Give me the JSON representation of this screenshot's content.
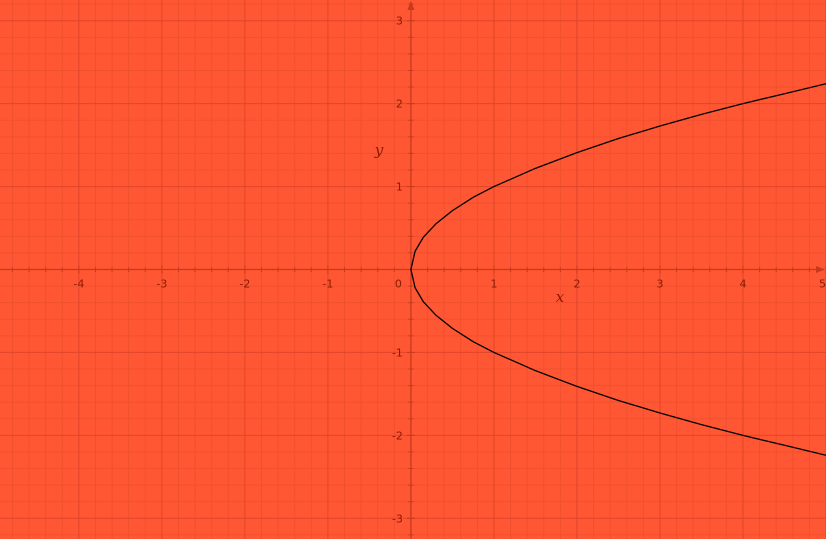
{
  "chart_data": {
    "type": "line",
    "title": "",
    "xlabel": "x",
    "ylabel": "y",
    "xlim": [
      -4.95,
      5.0
    ],
    "ylim": [
      -3.25,
      3.25
    ],
    "grid": true,
    "x_ticks": [
      -4,
      -3,
      -2,
      -1,
      0,
      1,
      2,
      3,
      4,
      5
    ],
    "y_ticks": [
      -3,
      -2,
      -1,
      1,
      2,
      3
    ],
    "x_tick_labels": [
      "-4",
      "-3",
      "-2",
      "-1",
      "0",
      "1",
      "2",
      "3",
      "4",
      "5"
    ],
    "y_tick_labels": [
      "-3",
      "-2",
      "-1",
      "1",
      "2",
      "3"
    ],
    "series": [
      {
        "x": [
          5.0,
          4.5,
          4.0,
          3.5,
          3.0,
          2.5,
          2.0,
          1.5,
          1.0,
          0.75,
          0.5,
          0.3,
          0.15,
          0.05,
          0.0,
          0.05,
          0.15,
          0.3,
          0.5,
          0.75,
          1.0,
          1.5,
          2.0,
          2.5,
          3.0,
          3.5,
          4.0,
          4.5,
          5.0
        ],
        "y": [
          2.24,
          2.12,
          2.0,
          1.87,
          1.73,
          1.58,
          1.41,
          1.22,
          1.0,
          0.87,
          0.71,
          0.55,
          0.39,
          0.22,
          0.0,
          -0.22,
          -0.39,
          -0.55,
          -0.71,
          -0.87,
          -1.0,
          -1.22,
          -1.41,
          -1.58,
          -1.73,
          -1.87,
          -2.0,
          -2.12,
          -2.24
        ],
        "color": "#000000"
      }
    ],
    "colors": {
      "background": "#ff5733",
      "minor_grid": "#f0502f",
      "major_grid": "#e0452a",
      "axis": "#c93a1c",
      "text": "#8b1a00"
    }
  }
}
